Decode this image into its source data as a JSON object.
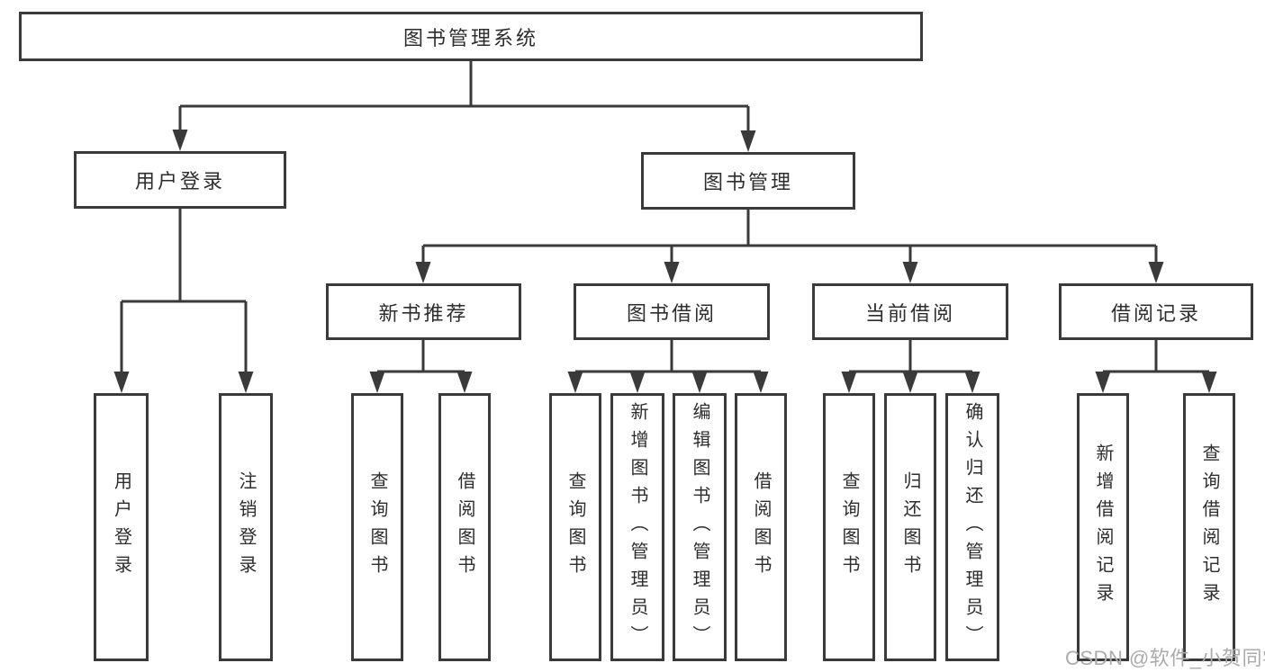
{
  "diagram_title": "图书管理系统",
  "colors": {
    "line": "#3a3a3a",
    "box_border": "#3a3a3a",
    "text": "#2d2d2d",
    "watermark": "#ababab",
    "background": "#ffffff"
  },
  "tree": {
    "root": {
      "label": "图书管理系统"
    },
    "branches": [
      {
        "label": "用户登录",
        "children": [
          {
            "label": "用户登录"
          },
          {
            "label": "注销登录"
          }
        ]
      },
      {
        "label": "图书管理",
        "groups": [
          {
            "label": "新书推荐",
            "children": [
              {
                "label": "查询图书"
              },
              {
                "label": "借阅图书"
              }
            ]
          },
          {
            "label": "图书借阅",
            "children": [
              {
                "label": "查询图书"
              },
              {
                "label": "新增图书（管理员）"
              },
              {
                "label": "编辑图书（管理员）"
              },
              {
                "label": "借阅图书"
              }
            ]
          },
          {
            "label": "当前借阅",
            "children": [
              {
                "label": "查询图书"
              },
              {
                "label": "归还图书"
              },
              {
                "label": "确认归还（管理员）"
              }
            ]
          },
          {
            "label": "借阅记录",
            "children": [
              {
                "label": "新增借阅记录"
              },
              {
                "label": "查询借阅记录"
              }
            ]
          }
        ]
      }
    ]
  },
  "watermark": {
    "text": "CSDN @软件_小贺同学"
  }
}
